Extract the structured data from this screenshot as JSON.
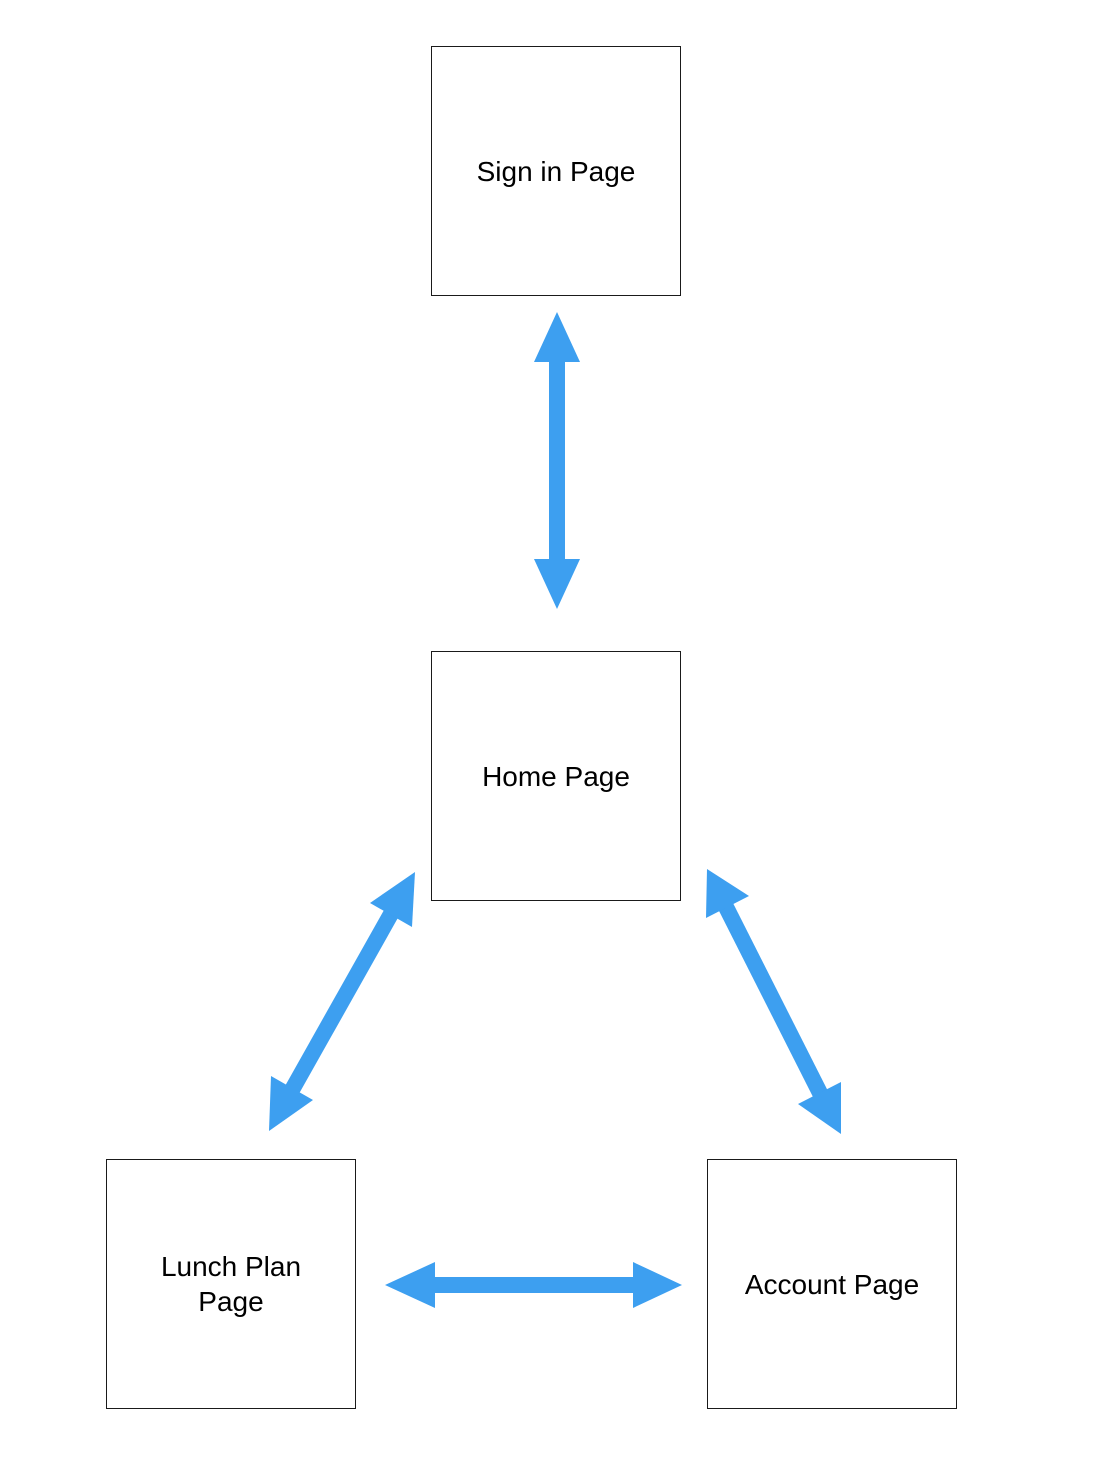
{
  "nodes": {
    "signin": {
      "label": "Sign in Page"
    },
    "home": {
      "label": "Home Page"
    },
    "lunch": {
      "label": "Lunch Plan\nPage"
    },
    "account": {
      "label": "Account Page"
    }
  },
  "connectors": [
    {
      "from": "signin",
      "to": "home",
      "direction": "bidirectional"
    },
    {
      "from": "home",
      "to": "lunch",
      "direction": "bidirectional"
    },
    {
      "from": "home",
      "to": "account",
      "direction": "bidirectional"
    },
    {
      "from": "lunch",
      "to": "account",
      "direction": "bidirectional"
    }
  ],
  "colors": {
    "arrow": "#3d9ff0",
    "node_border": "#1a1a1a",
    "node_fill": "#ffffff",
    "text": "#000000"
  }
}
